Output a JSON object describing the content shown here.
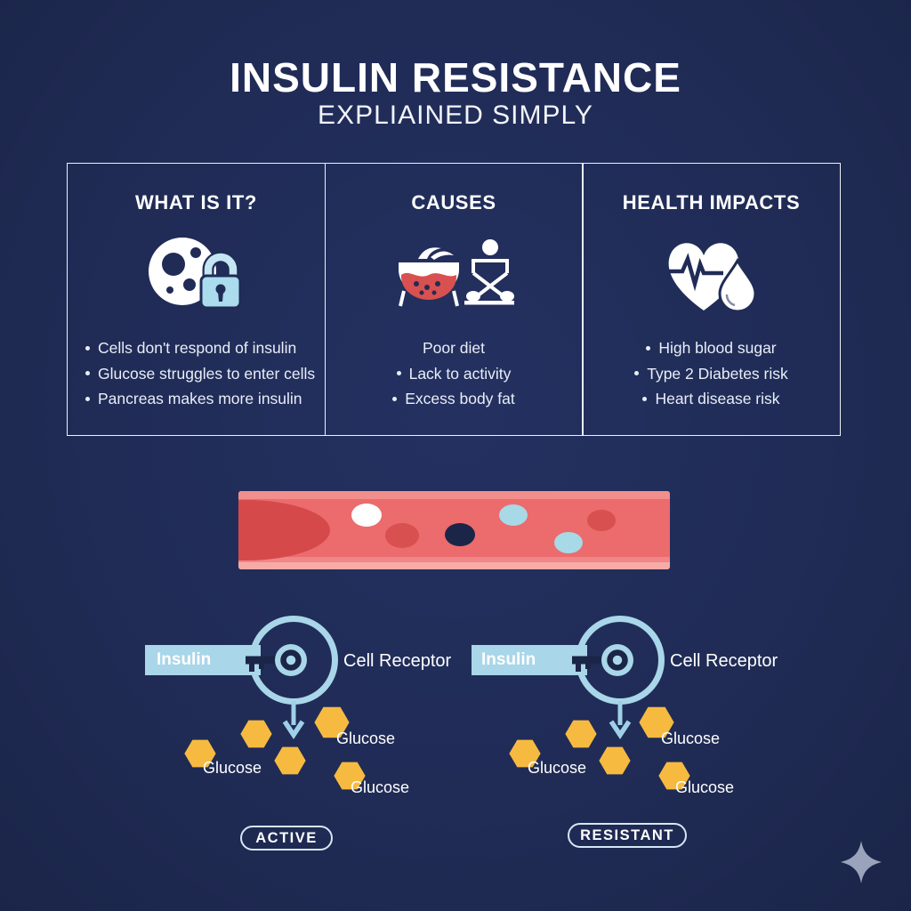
{
  "title": "INSULIN RESISTANCE",
  "subtitle": "EXPLIAINED SIMPLY",
  "boxes": [
    {
      "header": "WHAT IS IT?",
      "icon": "cell-padlock-icon",
      "bullets": [
        "Cells don't respond of insulin",
        "Glucose struggles to enter cells",
        "Pancreas makes more insulin"
      ]
    },
    {
      "header": "CAUSES",
      "icon": "poor-diet-and-sedentary-icons",
      "bullets": [
        "Poor diet",
        "Lack to activity",
        "Excess body fat"
      ]
    },
    {
      "header": "HEALTH IMPACTS",
      "icon": "heart-pulse-droplet-icon",
      "bullets": [
        "High blood sugar",
        "Type 2 Diabetes risk",
        "Heart disease risk"
      ]
    }
  ],
  "diagrams": [
    {
      "insulin_label": "Insulin",
      "receptor_label": "Cell Receptor",
      "glucose_labels": [
        "Glucose",
        "Glucose",
        "Glucose"
      ],
      "badge": "ACTIVE"
    },
    {
      "insulin_label": "Insulin",
      "receptor_label": "Cell Receptor",
      "glucose_labels": [
        "Glucose",
        "Glucose",
        "Glucose"
      ],
      "badge": "RESISTANT"
    }
  ],
  "icons": {
    "box1": "cell-padlock-icon",
    "box2": "poor-diet-bowl-icon / sedentary-person-icon",
    "box3": "heart-pulse-droplet-icon",
    "middle": "blood-vessel-illustration",
    "diagram": "key-in-cell-receptor-icon / arrow-down-icon / glucose-hexagon-icon",
    "watermark": "sparkle-icon"
  },
  "colors": {
    "navy": "#202c56",
    "accent-navy": "#1b2548",
    "light-blue": "#a9d6e9",
    "lock-blue": "#aadcee",
    "arrow-blue": "#9fd0e8",
    "glucose-amber": "#f7ba41",
    "vessel-salmon": "#ec6b6d",
    "vessel-light": "#f28e8c",
    "vessel-dark": "#d6494b",
    "cell-red": "#d8504f",
    "cell-blue": "#a7d9e6",
    "badge-border": "#d5e7f5",
    "text-light": "#e9eef7",
    "sparkle-gray": "#99a4bc",
    "white": "#ffffff"
  }
}
